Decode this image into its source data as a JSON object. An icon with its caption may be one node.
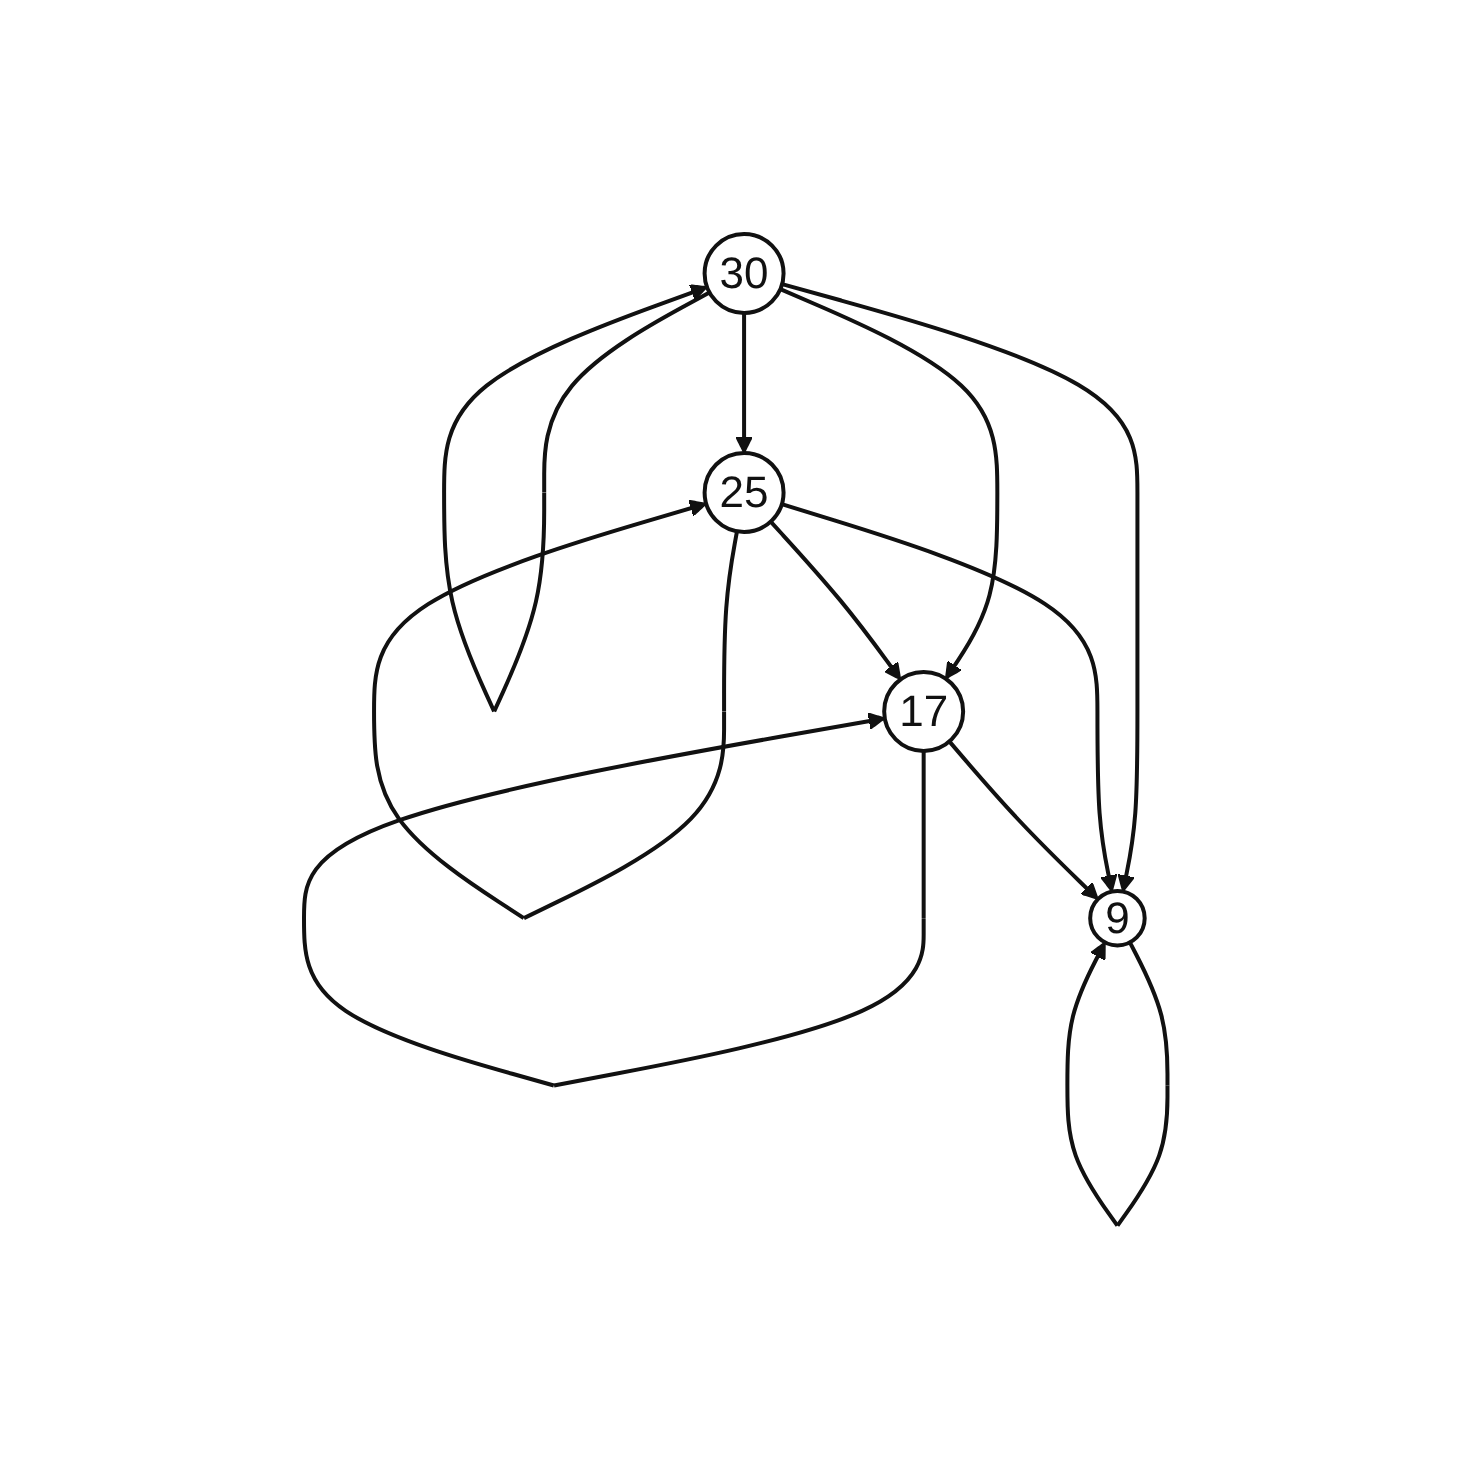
{
  "diagram": {
    "nodes": [
      {
        "text": [
          "30"
        ]
      },
      {
        "text": [
          "25"
        ]
      },
      {
        "text": [
          "9"
        ]
      },
      {
        "text": [
          "17"
        ]
      }
    ],
    "edges": [
      {
        "from": 0,
        "to": 0,
        "arrow": "to"
      },
      {
        "from": 0,
        "to": 1,
        "arrow": "to"
      },
      {
        "from": 1,
        "to": 1,
        "arrow": "to"
      },
      {
        "from": 0,
        "to": 2,
        "arrow": "to"
      },
      {
        "from": 0,
        "to": 3,
        "arrow": "to"
      },
      {
        "from": 1,
        "to": 2,
        "arrow": "to"
      },
      {
        "from": 1,
        "to": 3,
        "arrow": "to"
      },
      {
        "from": 3,
        "to": 2,
        "arrow": "to"
      },
      {
        "from": 3,
        "to": 3,
        "arrow": "to"
      },
      {
        "from": 2,
        "to": 2,
        "arrow": "to"
      }
    ]
  }
}
